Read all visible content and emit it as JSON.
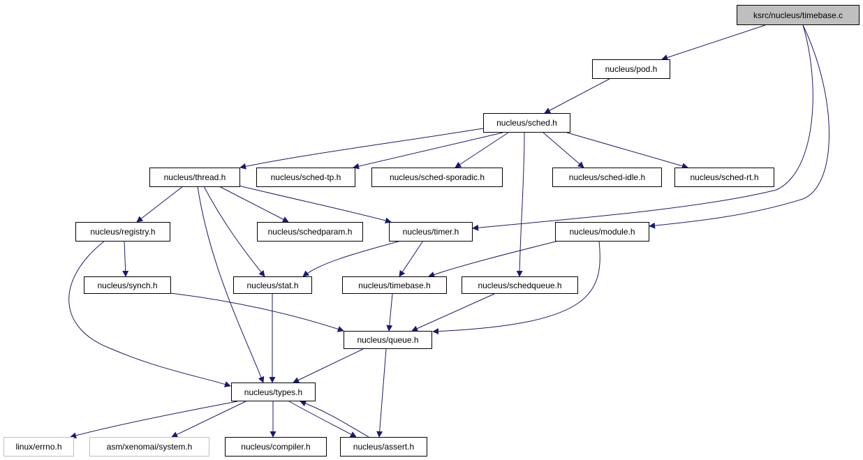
{
  "colors": {
    "edge": "#191970",
    "node_border": "#000000",
    "external_border": "#bfbfbf",
    "root_fill": "#bfbfbf"
  },
  "nodes": {
    "timebase_c": "ksrc/nucleus/timebase.c",
    "pod": "nucleus/pod.h",
    "sched": "nucleus/sched.h",
    "thread": "nucleus/thread.h",
    "sched_tp": "nucleus/sched-tp.h",
    "sched_sporadic": "nucleus/sched-sporadic.h",
    "sched_idle": "nucleus/sched-idle.h",
    "sched_rt": "nucleus/sched-rt.h",
    "registry": "nucleus/registry.h",
    "schedparam": "nucleus/schedparam.h",
    "timer": "nucleus/timer.h",
    "module": "nucleus/module.h",
    "synch": "nucleus/synch.h",
    "stat": "nucleus/stat.h",
    "timebase_h": "nucleus/timebase.h",
    "schedqueue": "nucleus/schedqueue.h",
    "queue": "nucleus/queue.h",
    "types": "nucleus/types.h",
    "errno": "linux/errno.h",
    "system": "asm/xenomai/system.h",
    "compiler": "nucleus/compiler.h",
    "assert": "nucleus/assert.h"
  }
}
